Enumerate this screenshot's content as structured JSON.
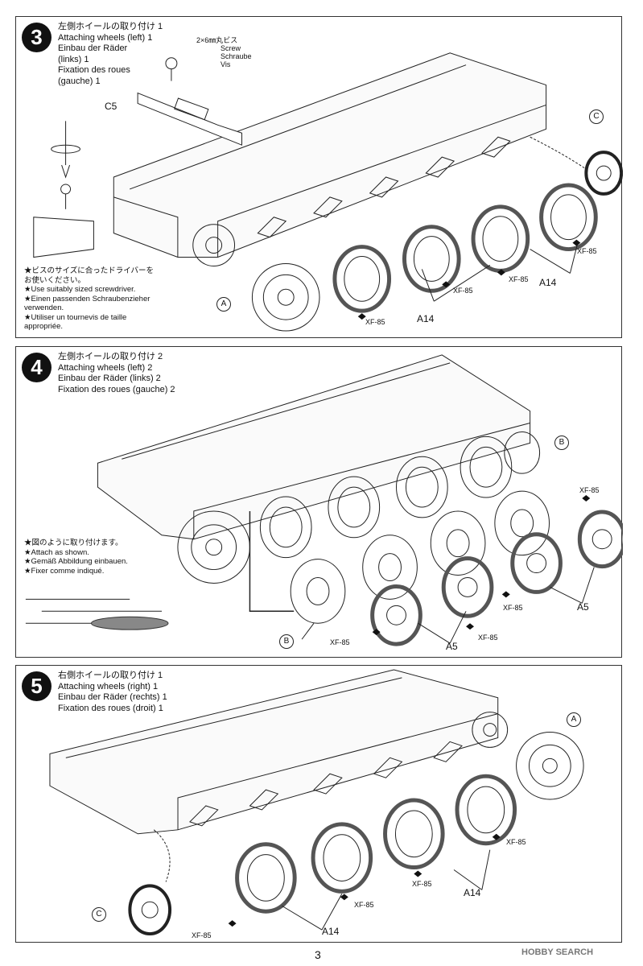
{
  "steps": [
    {
      "number": "3",
      "titles": [
        "左側ホイールの取り付け 1",
        "Attaching wheels (left) 1",
        "Einbau der Räder",
        "(links) 1",
        "Fixation des roues",
        "(gauche) 1"
      ],
      "screw": [
        "2×6㎜丸ビス",
        "Screw",
        "Schraube",
        "Vis"
      ],
      "parts": {
        "c5": "C5",
        "a14": "A14",
        "xf": "XF-85",
        "c": "C",
        "a": "A"
      },
      "note": [
        "★ビスのサイズに合ったドライバーを",
        "お使いください。",
        "★Use suitably sized screwdriver.",
        "★Einen passenden Schraubenzieher",
        "verwenden.",
        "★Utiliser un tournevis de taille",
        "appropriée."
      ]
    },
    {
      "number": "4",
      "titles": [
        "左側ホイールの取り付け 2",
        "Attaching wheels (left) 2",
        "Einbau der Räder (links) 2",
        "Fixation des roues (gauche) 2"
      ],
      "parts": {
        "b": "B",
        "a5": "A5",
        "xf": "XF-85"
      },
      "note": [
        "★図のように取り付けます。",
        "★Attach as shown.",
        "★Gemäß Abbildung einbauen.",
        "★Fixer comme indiqué."
      ]
    },
    {
      "number": "5",
      "titles": [
        "右側ホイールの取り付け 1",
        "Attaching wheels (right) 1",
        "Einbau der Räder (rechts) 1",
        "Fixation des roues (droit) 1"
      ],
      "parts": {
        "a": "A",
        "a14": "A14",
        "xf": "XF-85",
        "c": "C"
      }
    }
  ],
  "page_number": "3",
  "watermark": "HOBBY SEARCH"
}
